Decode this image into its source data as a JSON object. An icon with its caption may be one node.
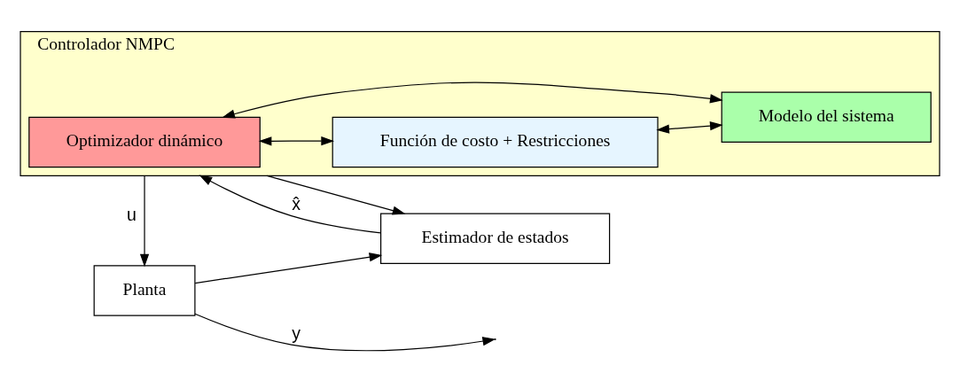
{
  "diagram": {
    "nodes": [
      {
        "text": [
          "Controlador NMPC"
        ]
      },
      {
        "text": [
          "Optimizador dinámico"
        ],
        "in": 0
      },
      {
        "text": [
          "Función de costo + Restricciones"
        ],
        "in": 0
      },
      {
        "text": [
          "Modelo del sistema"
        ],
        "in": 0
      },
      {
        "text": [
          "Planta"
        ]
      },
      {
        "text": [
          "Estimador de estados"
        ]
      }
    ],
    "edges": [
      {
        "from": 1,
        "to": 2,
        "arrow": "both"
      },
      {
        "from": 1,
        "to": 3,
        "arrow": "both"
      },
      {
        "from": 2,
        "to": 3,
        "arrow": "both"
      },
      {
        "from": 0,
        "to": 4,
        "label": "u",
        "arrow": "to"
      },
      {
        "from": 0,
        "to": 5,
        "arrow": "to"
      },
      {
        "from": 4,
        "to": null,
        "label": "y",
        "arrow": "to"
      },
      {
        "from": 4,
        "to": 5,
        "arrow": "to"
      },
      {
        "from": 5,
        "to": 0,
        "label": "x̂",
        "arrow": "to"
      }
    ]
  }
}
